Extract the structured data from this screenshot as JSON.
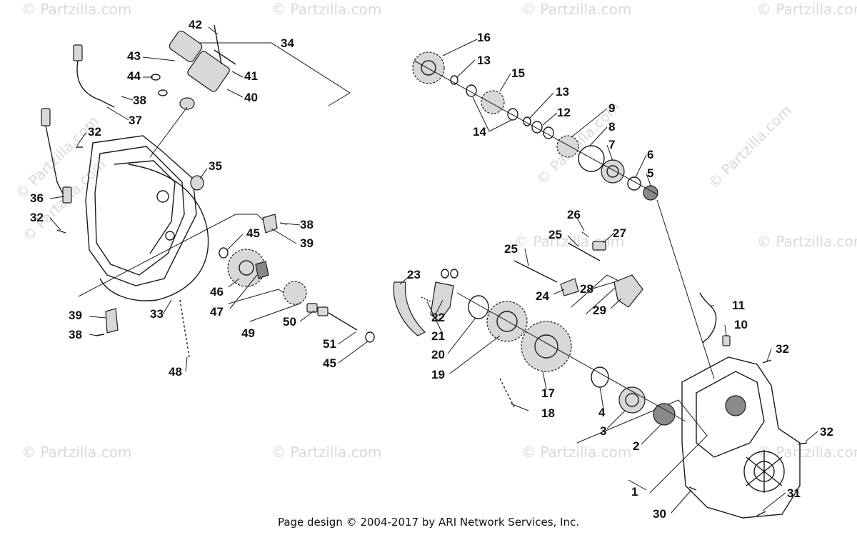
{
  "diagram": {
    "watermark_text": "© Partzilla.com",
    "footer_text": "Page design © 2004-2017 by ARI Network Services, Inc.",
    "callouts": [
      "42",
      "34",
      "43",
      "41",
      "44",
      "40",
      "38",
      "37",
      "32",
      "35",
      "36",
      "32",
      "38",
      "45",
      "39",
      "46",
      "47",
      "50",
      "39",
      "33",
      "49",
      "38",
      "51",
      "45",
      "48",
      "16",
      "13",
      "15",
      "13",
      "12",
      "9",
      "14",
      "8",
      "7",
      "6",
      "5",
      "26",
      "27",
      "25",
      "25",
      "23",
      "24",
      "28",
      "22",
      "29",
      "11",
      "21",
      "10",
      "20",
      "32",
      "19",
      "17",
      "4",
      "18",
      "3",
      "32",
      "2",
      "1",
      "31",
      "30"
    ]
  }
}
